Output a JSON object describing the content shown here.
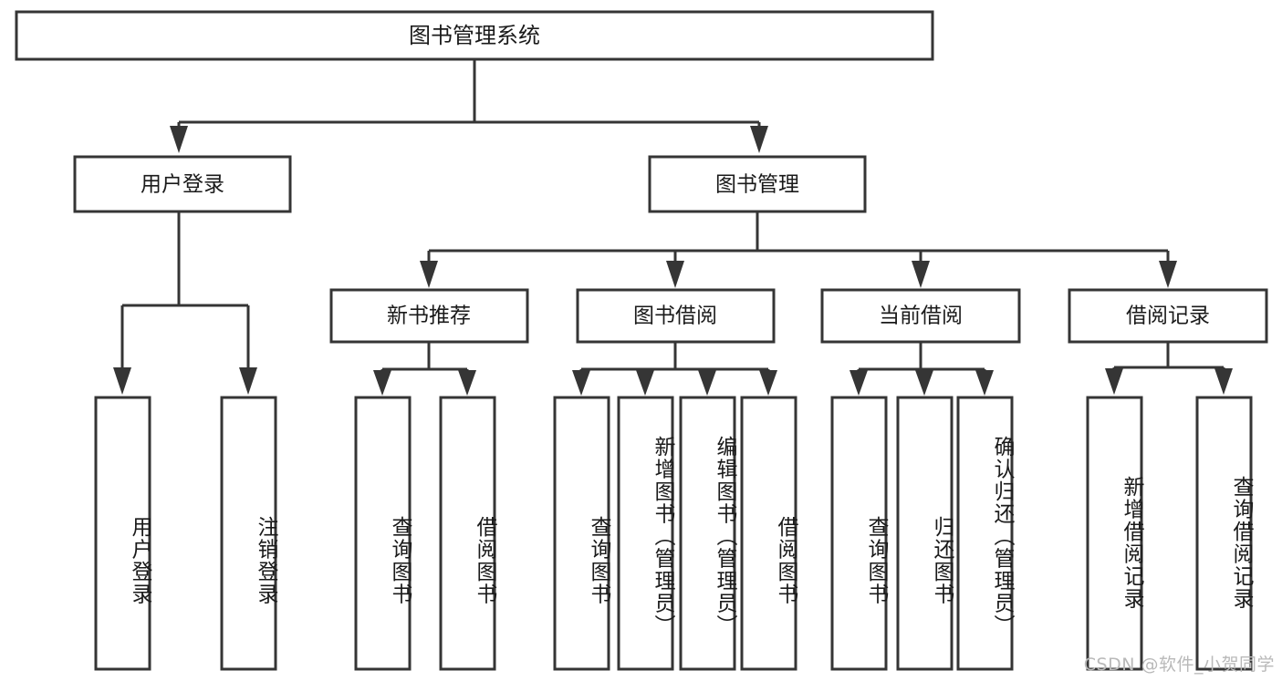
{
  "diagram": {
    "type": "hierarchy-tree",
    "title_node": {
      "id": "root",
      "label": "图书管理系统"
    },
    "level2": [
      {
        "id": "user-login",
        "label": "用户登录"
      },
      {
        "id": "book-manage",
        "label": "图书管理"
      }
    ],
    "level3": [
      {
        "id": "new-book-recommend",
        "label": "新书推荐",
        "parent": "book-manage"
      },
      {
        "id": "book-borrow",
        "label": "图书借阅",
        "parent": "book-manage"
      },
      {
        "id": "current-borrow",
        "label": "当前借阅",
        "parent": "book-manage"
      },
      {
        "id": "borrow-record",
        "label": "借阅记录",
        "parent": "book-manage"
      }
    ],
    "leaves": [
      {
        "id": "leaf-user-login",
        "label": "用户登录",
        "parent": "user-login"
      },
      {
        "id": "leaf-logout-login",
        "label": "注销登录",
        "parent": "user-login"
      },
      {
        "id": "leaf-query-book-1",
        "label": "查询图书",
        "parent": "new-book-recommend"
      },
      {
        "id": "leaf-borrow-book-1",
        "label": "借阅图书",
        "parent": "new-book-recommend"
      },
      {
        "id": "leaf-query-book-2",
        "label": "查询图书",
        "parent": "book-borrow"
      },
      {
        "id": "leaf-add-book",
        "label": "新增图书（管理员）",
        "parent": "book-borrow"
      },
      {
        "id": "leaf-edit-book",
        "label": "编辑图书（管理员）",
        "parent": "book-borrow"
      },
      {
        "id": "leaf-borrow-book-2",
        "label": "借阅图书",
        "parent": "book-borrow"
      },
      {
        "id": "leaf-query-book-3",
        "label": "查询图书",
        "parent": "current-borrow"
      },
      {
        "id": "leaf-return-book",
        "label": "归还图书",
        "parent": "current-borrow"
      },
      {
        "id": "leaf-confirm-return",
        "label": "确认归还（管理员）",
        "parent": "current-borrow"
      },
      {
        "id": "leaf-add-record",
        "label": "新增借阅记录",
        "parent": "borrow-record"
      },
      {
        "id": "leaf-query-record",
        "label": "查询借阅记录",
        "parent": "borrow-record"
      }
    ],
    "colors": {
      "stroke": "#353535",
      "box_fill": "#ffffff",
      "text": "#1a1a1a",
      "background": "#ffffff",
      "watermark": "#b9b9b9"
    }
  },
  "watermark": {
    "text": "CSDN @软件_小贺同学"
  }
}
